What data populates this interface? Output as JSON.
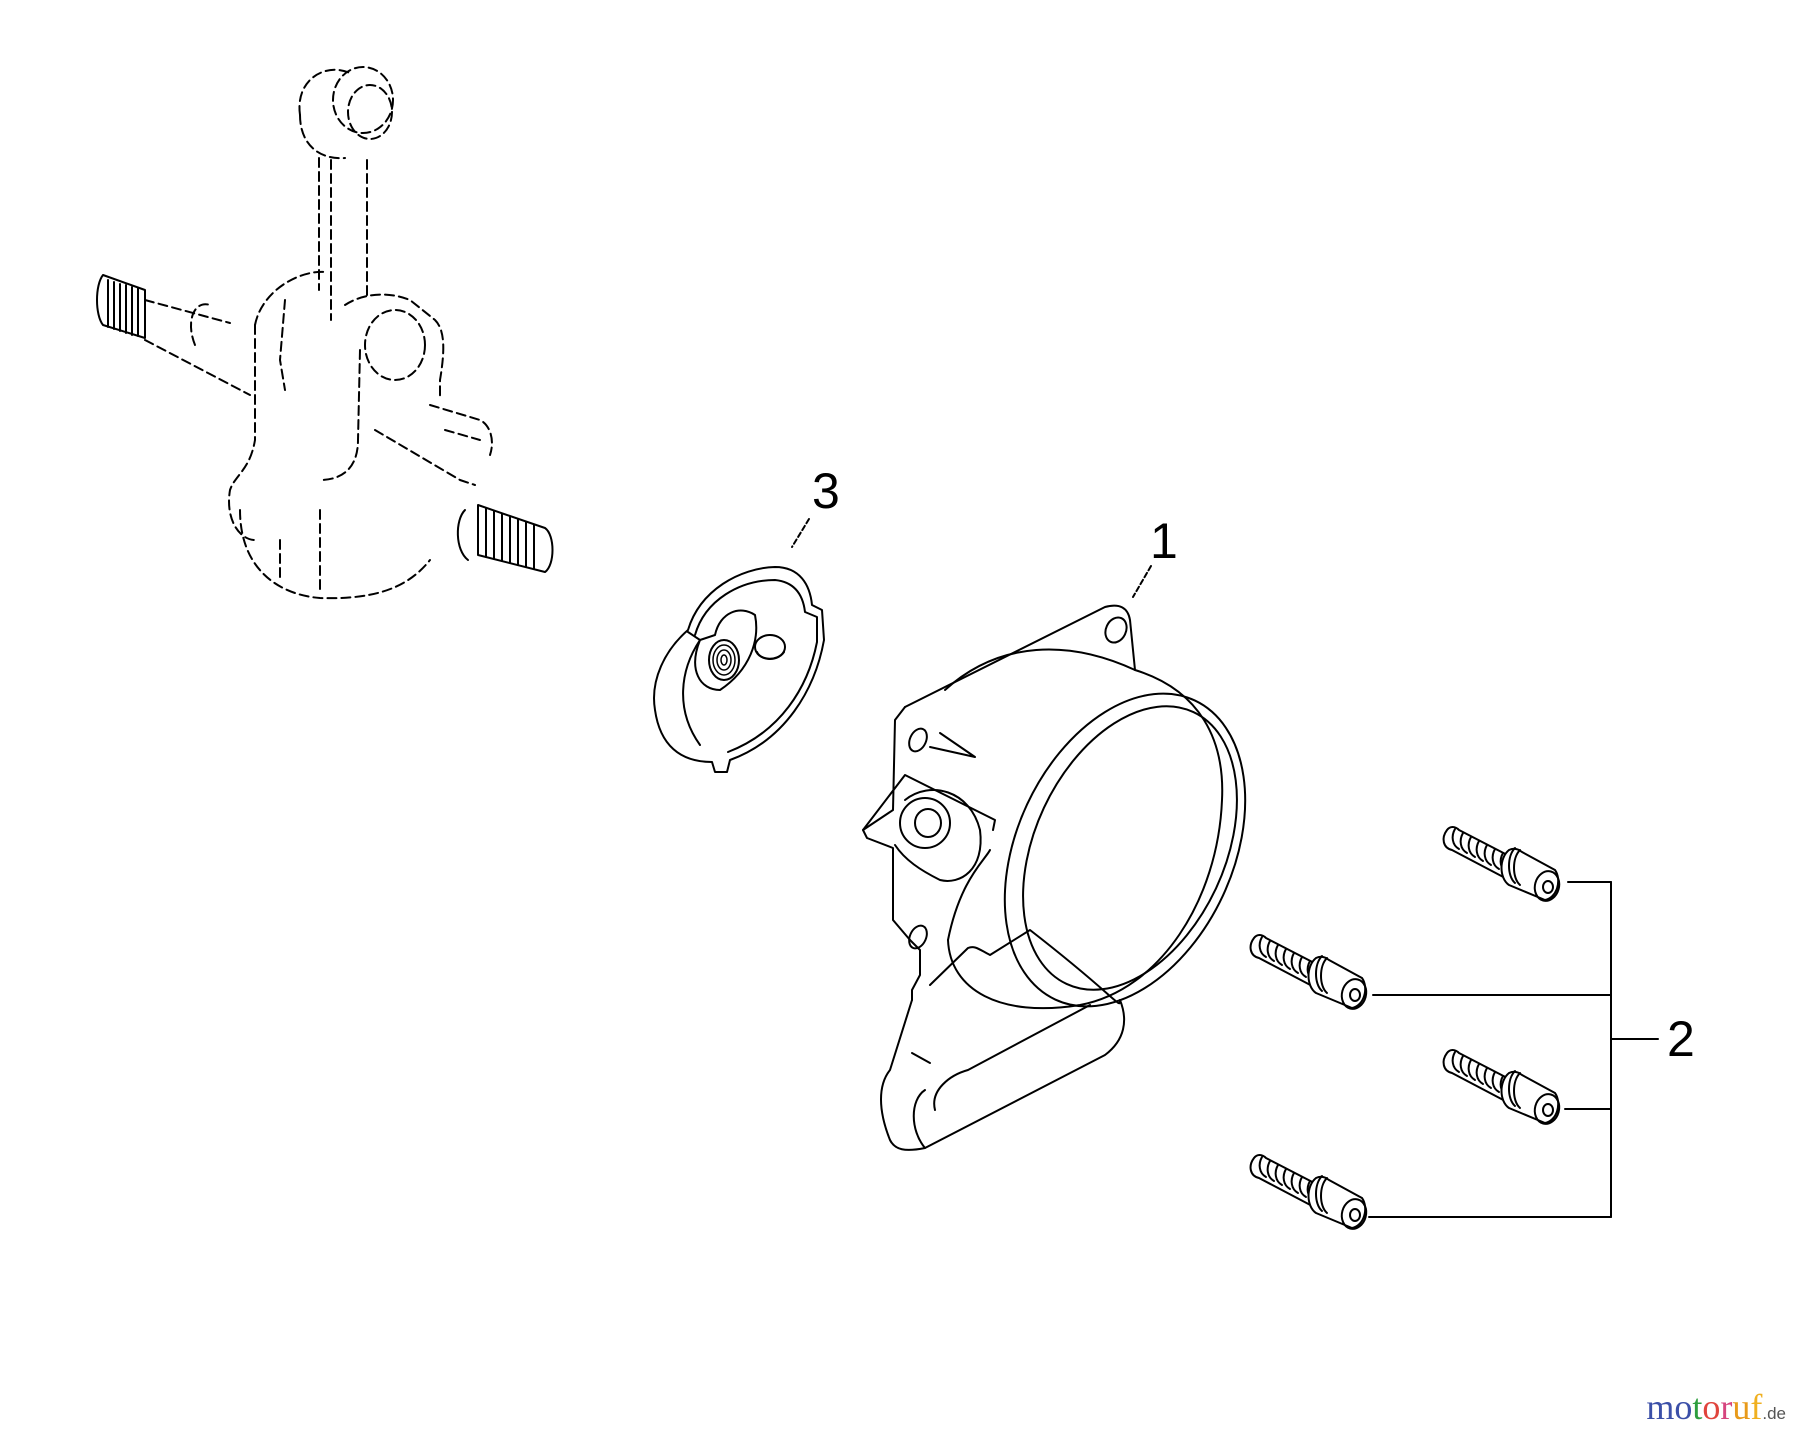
{
  "diagram": {
    "type": "exploded-parts-diagram",
    "parts": [
      {
        "id": "crankshaft",
        "label": "",
        "style": "dashed-reference"
      },
      {
        "id": "disc",
        "label": "3"
      },
      {
        "id": "cover",
        "label": "1"
      },
      {
        "id": "screws",
        "label": "2",
        "count": 4
      }
    ],
    "labels": {
      "part1": "1",
      "part2": "2",
      "part3": "3"
    }
  },
  "watermark": {
    "letters": [
      "m",
      "o",
      "t",
      "o",
      "r",
      "u",
      "f"
    ],
    "colors": [
      "#3b4fa8",
      "#3b4fa8",
      "#2e9e3e",
      "#e0443c",
      "#d6457f",
      "#f0a020",
      "#f0a020"
    ],
    "suffix": ".de",
    "registered": "®"
  }
}
